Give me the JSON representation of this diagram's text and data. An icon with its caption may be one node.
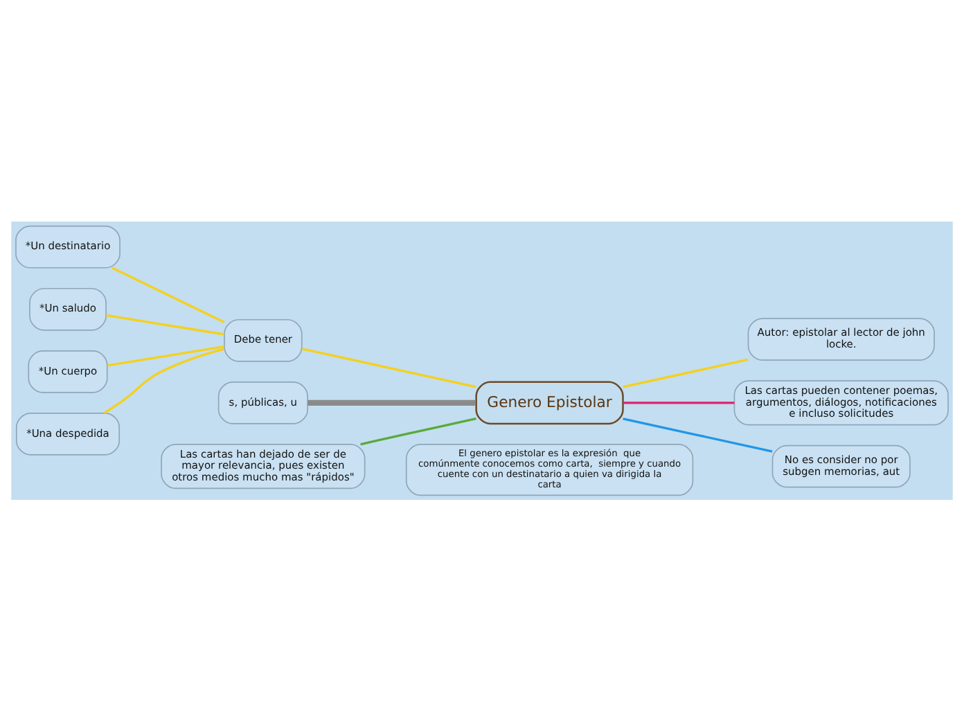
{
  "diagram": {
    "nodes": [
      {
        "text": [
          "Genero Epistolar"
        ],
        "beside": [
          "El genero epistolar es la expresión  que comúnmente conocemos como carta,  siempre y cuando cuente con un destinatario a quien va dirigida la carta"
        ]
      },
      {
        "text": [
          "Autor: epistolar al lector de john locke."
        ]
      },
      {
        "text": [
          "Debe tener"
        ]
      },
      {
        "text": [
          "*Un destinatario"
        ]
      },
      {
        "text": [
          "*Un saludo"
        ]
      },
      {
        "text": [
          "*Un cuerpo"
        ]
      },
      {
        "text": [
          "*Una despedida"
        ]
      },
      {
        "text": [
          "Las cartas pueden contener poemas, argumentos, diálogos, notificaciones e incluso solicitudes"
        ]
      },
      {
        "text": [
          "No es consider no por subgen memorias, aut"
        ]
      },
      {
        "text": [
          "s, públicas, u"
        ]
      },
      {
        "text": [
          "Las cartas han dejado de ser de mayor relevancia, pues existen otros medios mucho mas \"rápidos\""
        ]
      }
    ],
    "edges": [
      {
        "from": 0,
        "to": 1,
        "arrow": "none"
      },
      {
        "from": 0,
        "to": 2,
        "arrow": "none"
      },
      {
        "from": 2,
        "to": 3,
        "arrow": "none"
      },
      {
        "from": 2,
        "to": 4,
        "arrow": "none"
      },
      {
        "from": 2,
        "to": 5,
        "arrow": "none"
      },
      {
        "from": 2,
        "to": 6,
        "arrow": "none"
      },
      {
        "from": 0,
        "to": 7,
        "arrow": "none",
        "color": "#e0226a"
      },
      {
        "from": 0,
        "to": 8,
        "arrow": "none",
        "color": "#2196e8"
      },
      {
        "from": 0,
        "to": 9,
        "arrow": "none",
        "color": "#8a8a8a",
        "style": "thick"
      },
      {
        "from": 0,
        "to": 10,
        "arrow": "none",
        "color": "#5aaa3c"
      }
    ]
  }
}
